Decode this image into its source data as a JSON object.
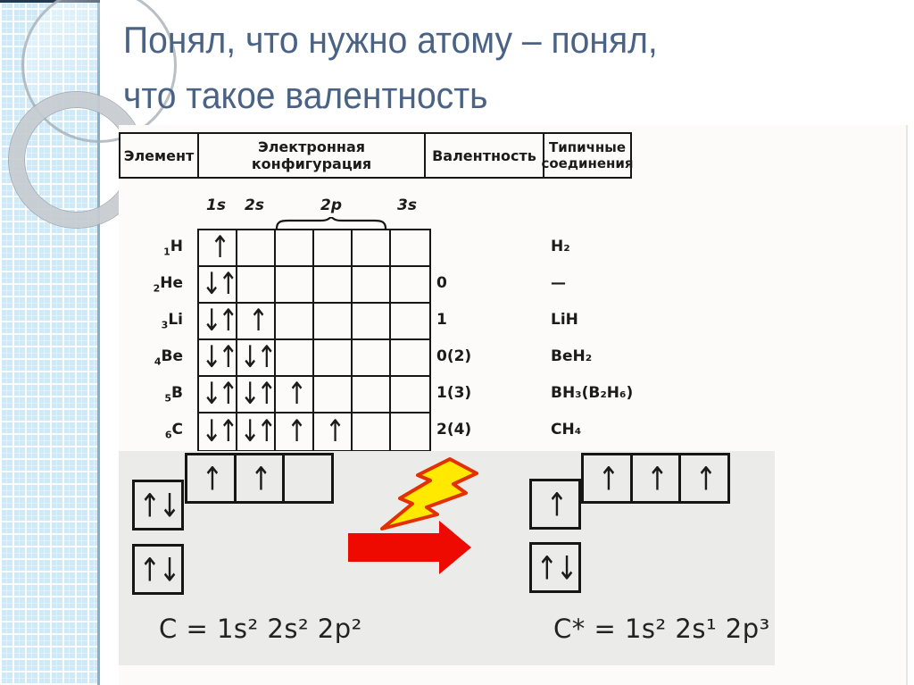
{
  "title": {
    "line1": "Понял, что нужно атому – понял,",
    "line2": "что такое валентность"
  },
  "table": {
    "header": {
      "element": "Элемент",
      "configuration": "Электронная конфигурация",
      "valence": "Валентность",
      "compounds_line1": "Типичные",
      "compounds_line2": "соединения"
    },
    "orbital_labels": {
      "l1s": "1s",
      "l2s": "2s",
      "l2p": "2p",
      "l3s": "3s"
    },
    "rows": [
      {
        "num": "1",
        "symbol": "H",
        "cells": [
          "↑",
          "",
          "",
          "",
          "",
          ""
        ],
        "valence": "",
        "compound": "H₂"
      },
      {
        "num": "2",
        "symbol": "He",
        "cells": [
          "↓↑",
          "",
          "",
          "",
          "",
          ""
        ],
        "valence": "0",
        "compound": "—"
      },
      {
        "num": "3",
        "symbol": "Li",
        "cells": [
          "↓↑",
          "↑",
          "",
          "",
          "",
          ""
        ],
        "valence": "1",
        "compound": "LiH"
      },
      {
        "num": "4",
        "symbol": "Be",
        "cells": [
          "↓↑",
          "↓↑",
          "",
          "",
          "",
          ""
        ],
        "valence": "0(2)",
        "compound": "BeH₂"
      },
      {
        "num": "5",
        "symbol": "B",
        "cells": [
          "↓↑",
          "↓↑",
          "↑",
          "",
          "",
          ""
        ],
        "valence": "1(3)",
        "compound": "BH₃(B₂H₆)"
      },
      {
        "num": "6",
        "symbol": "C",
        "cells": [
          "↓↑",
          "↓↑",
          "↑",
          "↑",
          "",
          ""
        ],
        "valence": "2(4)",
        "compound": "CH₄"
      }
    ]
  },
  "ground_state": {
    "p_cells": [
      "↑",
      "↑",
      ""
    ],
    "s2": "↑↓",
    "s1": "↑↓",
    "formula": "C = 1s² 2s² 2p²"
  },
  "excited_state": {
    "p_cells": [
      "↑",
      "↑",
      "↑"
    ],
    "s2": "↑",
    "s1": "↑↓",
    "formula": "C* = 1s² 2s¹ 2p³"
  },
  "icons": {
    "lightning": "lightning-bolt",
    "transition_arrow": "right-block-arrow"
  },
  "colors": {
    "title_text": "#4a6385",
    "strip_blue": "#cfe9f7",
    "panel_gray": "#ebebe9",
    "arrow_red": "#ee0a00",
    "bolt_yellow": "#ffe900",
    "bolt_outline": "#e23000"
  }
}
